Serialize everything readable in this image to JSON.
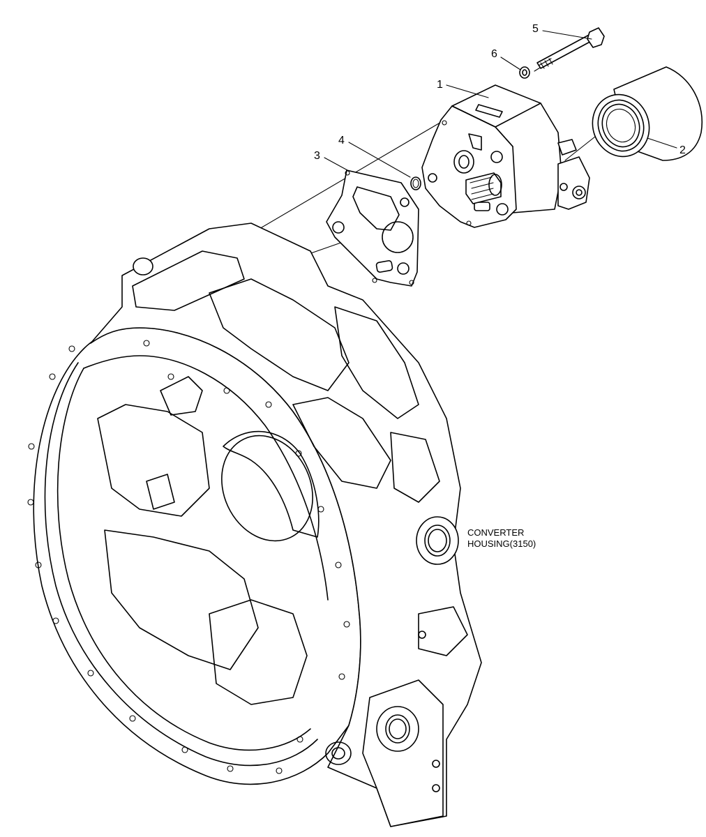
{
  "callouts": [
    {
      "id": "1",
      "text": "1"
    },
    {
      "id": "2",
      "text": "2"
    },
    {
      "id": "3",
      "text": "3"
    },
    {
      "id": "4",
      "text": "4"
    },
    {
      "id": "5",
      "text": "5"
    },
    {
      "id": "6",
      "text": "6"
    }
  ],
  "housing_label": {
    "line1": "CONVERTER",
    "line2": "HOUSING(3150)"
  }
}
